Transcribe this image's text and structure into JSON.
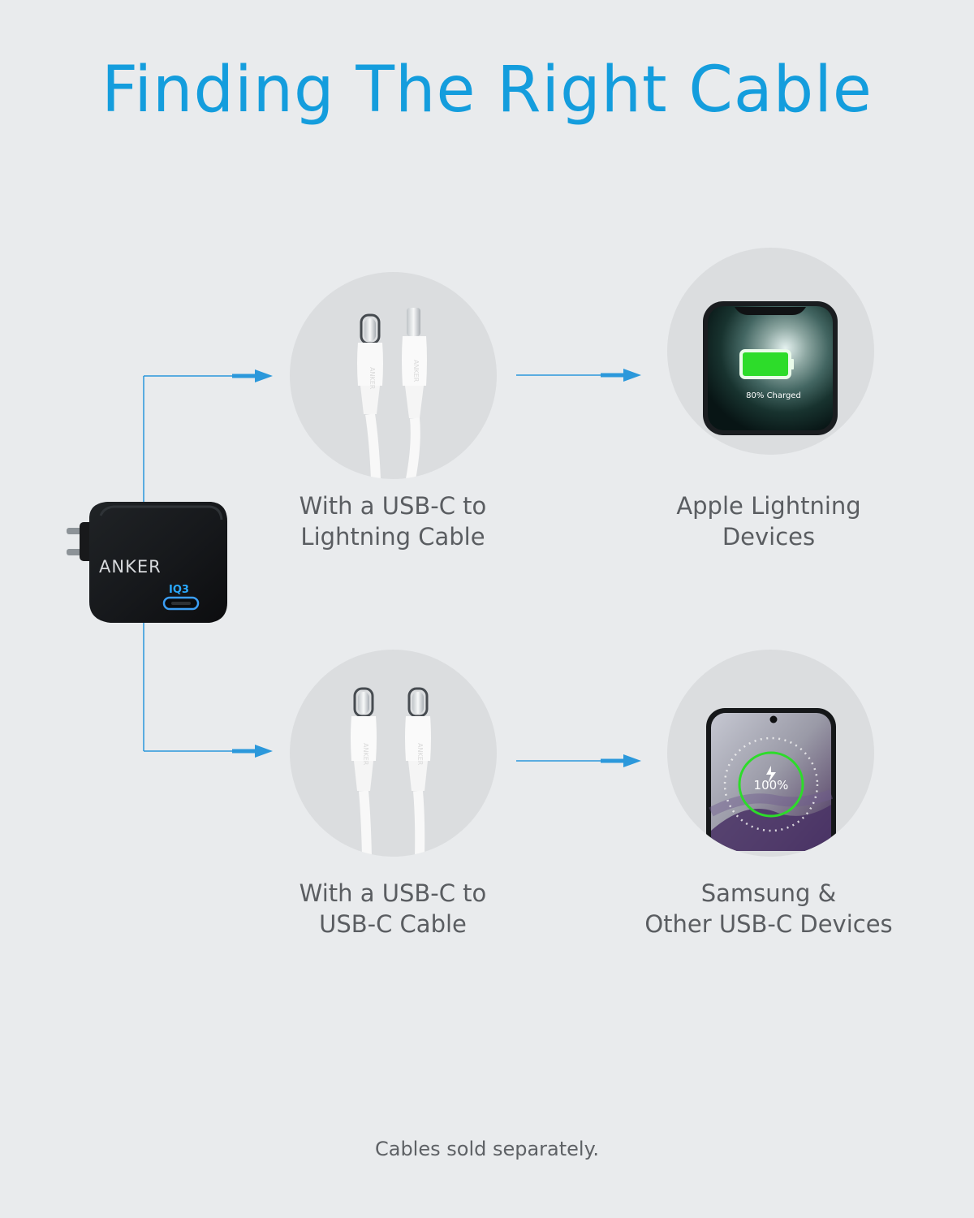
{
  "title": "Finding The Right Cable",
  "charger": {
    "brand": "ANKER",
    "badge": "IQ3"
  },
  "rows": [
    {
      "cable_label_lines": [
        "With a USB-C to",
        "Lightning Cable"
      ],
      "device_label_lines": [
        "Apple Lightning",
        "Devices"
      ],
      "device_screen_text": "80% Charged"
    },
    {
      "cable_label_lines": [
        "With a USB-C to",
        "USB-C Cable"
      ],
      "device_label_lines": [
        "Samsung &",
        "Other USB-C Devices"
      ],
      "device_screen_text": "100%"
    }
  ],
  "footnote": "Cables sold separately.",
  "colors": {
    "accent": "#149ddd",
    "background": "#e9ebed",
    "circle": "#dbdddf",
    "text": "#5a5d61",
    "battery": "#2ddc2a"
  },
  "icons": {
    "charger": "usb-c-charger-icon",
    "lightning_cable": "usb-c-to-lightning-cable-icon",
    "usb_c_cable": "usb-c-to-usb-c-cable-icon",
    "iphone": "iphone-icon",
    "samsung_phone": "samsung-phone-icon"
  }
}
